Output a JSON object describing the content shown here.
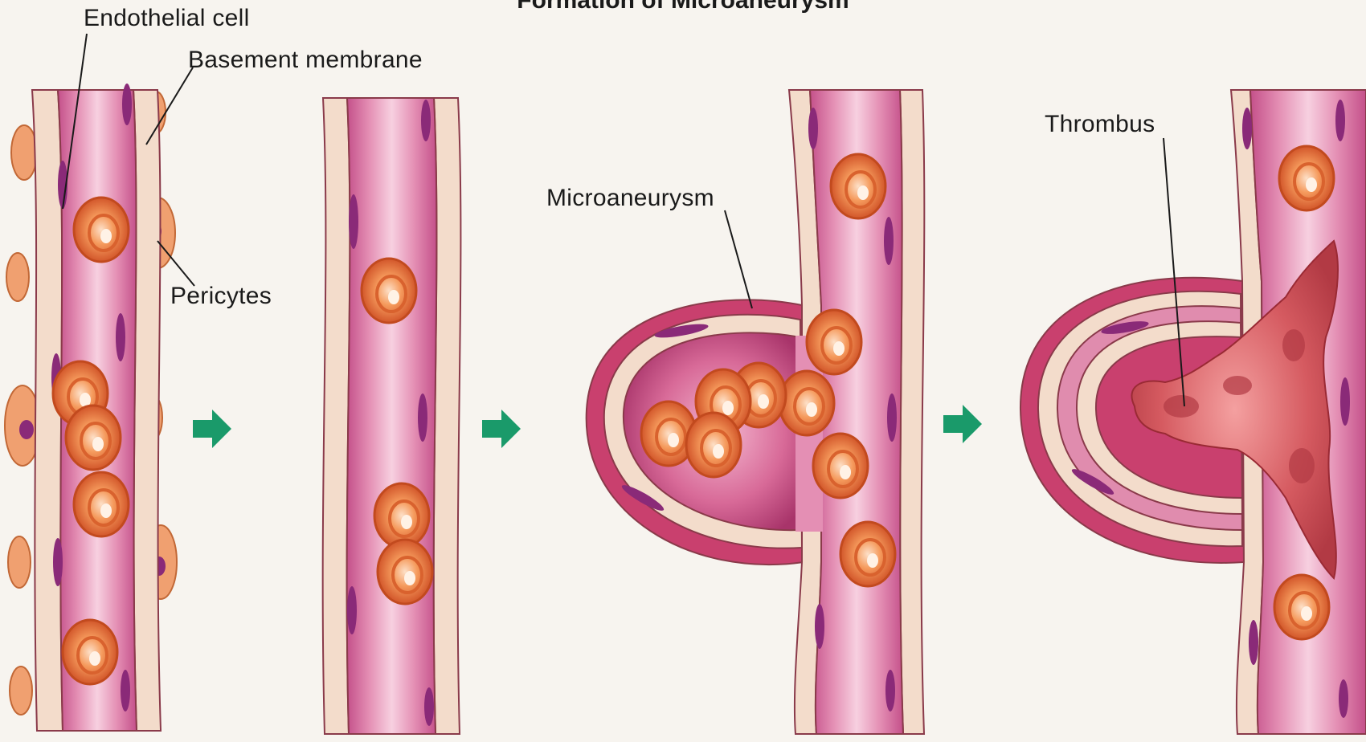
{
  "title": "Formation of Microaneurysm",
  "labels": {
    "endothelial_cell": "Endothelial cell",
    "basement_membrane": "Basement membrane",
    "pericytes": "Pericytes",
    "microaneurysm": "Microaneurysm",
    "thrombus": "Thrombus"
  },
  "colors": {
    "background": "#f7f4ef",
    "vessel_wall": "#f3dccb",
    "lumen": "#d9769e",
    "lumen_light": "#f2b6cf",
    "endothelial_nucleus": "#8a2a78",
    "pericyte": "#f0a070",
    "red_cell": "#ef7a3c",
    "thrombus": "#c8474f",
    "arrow": "#1a9a6a"
  },
  "icons": [
    "right-arrow-icon",
    "right-arrow-icon",
    "right-arrow-icon"
  ]
}
